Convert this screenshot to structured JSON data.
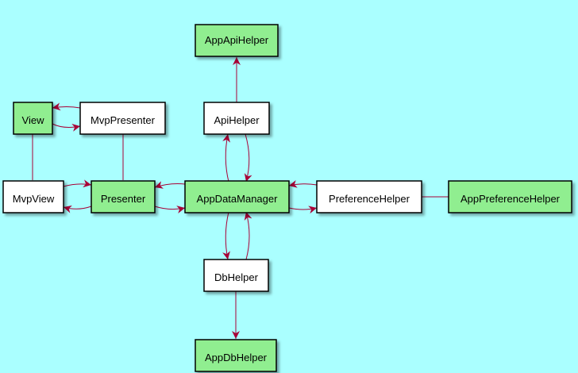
{
  "colors": {
    "background": "#AAFFFF",
    "highlight_fill": "#90EE90",
    "plain_fill": "#FFFFFF",
    "border": "#000000",
    "arrow": "#A80036"
  },
  "nodes": {
    "app_api_helper": {
      "label": "AppApiHelper",
      "highlight": true
    },
    "view": {
      "label": "View",
      "highlight": true
    },
    "mvp_presenter": {
      "label": "MvpPresenter",
      "highlight": false
    },
    "api_helper": {
      "label": "ApiHelper",
      "highlight": false
    },
    "mvp_view": {
      "label": "MvpView",
      "highlight": false
    },
    "presenter": {
      "label": "Presenter",
      "highlight": true
    },
    "app_data_manager": {
      "label": "AppDataManager",
      "highlight": true
    },
    "preference_helper": {
      "label": "PreferenceHelper",
      "highlight": false
    },
    "app_preference_helper": {
      "label": "AppPreferenceHelper",
      "highlight": true
    },
    "db_helper": {
      "label": "DbHelper",
      "highlight": false
    },
    "app_db_helper": {
      "label": "AppDbHelper",
      "highlight": true
    }
  },
  "edges": [
    {
      "from": "view",
      "to": "mvp_presenter",
      "directed": true
    },
    {
      "from": "mvp_presenter",
      "to": "view",
      "directed": true
    },
    {
      "from": "view",
      "to": "mvp_view",
      "directed": false
    },
    {
      "from": "mvp_presenter",
      "to": "presenter",
      "directed": false
    },
    {
      "from": "mvp_view",
      "to": "presenter",
      "directed": true
    },
    {
      "from": "presenter",
      "to": "mvp_view",
      "directed": true
    },
    {
      "from": "presenter",
      "to": "app_data_manager",
      "directed": true
    },
    {
      "from": "app_data_manager",
      "to": "presenter",
      "directed": true
    },
    {
      "from": "api_helper",
      "to": "app_api_helper",
      "directed": true
    },
    {
      "from": "app_data_manager",
      "to": "api_helper",
      "directed": true
    },
    {
      "from": "api_helper",
      "to": "app_data_manager",
      "directed": true
    },
    {
      "from": "app_data_manager",
      "to": "preference_helper",
      "directed": true
    },
    {
      "from": "preference_helper",
      "to": "app_data_manager",
      "directed": true
    },
    {
      "from": "preference_helper",
      "to": "app_preference_helper",
      "directed": false
    },
    {
      "from": "app_data_manager",
      "to": "db_helper",
      "directed": true
    },
    {
      "from": "db_helper",
      "to": "app_data_manager",
      "directed": true
    },
    {
      "from": "db_helper",
      "to": "app_db_helper",
      "directed": true
    }
  ]
}
